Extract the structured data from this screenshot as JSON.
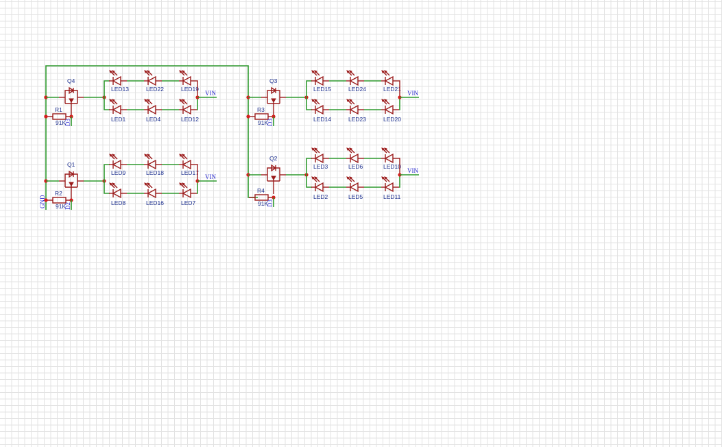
{
  "document": {
    "type": "schematic",
    "colors": {
      "wire": "#2e9a2e",
      "part": "#9b1b1b",
      "junction": "#d61d1d",
      "label": "#1c2f8f",
      "net_label": "#2a2ad0",
      "grid": "#e3e3e3"
    }
  },
  "blocks": [
    {
      "id": "q4",
      "mosfet": "Q4",
      "resistor": {
        "ref": "R1",
        "value": "91K"
      },
      "source_net": "D3",
      "supply_net": "VIN",
      "top_row": [
        "LED13",
        "LED22",
        "LED19"
      ],
      "bottom_row": [
        "LED1",
        "LED4",
        "LED12"
      ]
    },
    {
      "id": "q1",
      "mosfet": "Q1",
      "resistor": {
        "ref": "R2",
        "value": "91K"
      },
      "source_net": "D2",
      "supply_net": "VIN",
      "top_row": [
        "LED9",
        "LED18",
        "LED17"
      ],
      "bottom_row": [
        "LED8",
        "LED16",
        "LED7"
      ]
    },
    {
      "id": "q3",
      "mosfet": "Q3",
      "resistor": {
        "ref": "R3",
        "value": "91K"
      },
      "source_net": "D3",
      "supply_net": "VIN",
      "top_row": [
        "LED15",
        "LED24",
        "LED21"
      ],
      "bottom_row": [
        "LED14",
        "LED23",
        "LED20"
      ]
    },
    {
      "id": "q2",
      "mosfet": "Q2",
      "resistor": {
        "ref": "R4",
        "value": "91K"
      },
      "source_net": "D3",
      "supply_net": "VIN",
      "top_row": [
        "LED3",
        "LED6",
        "LED10"
      ],
      "bottom_row": [
        "LED2",
        "LED5",
        "LED11"
      ]
    }
  ],
  "ground_net": "GND"
}
